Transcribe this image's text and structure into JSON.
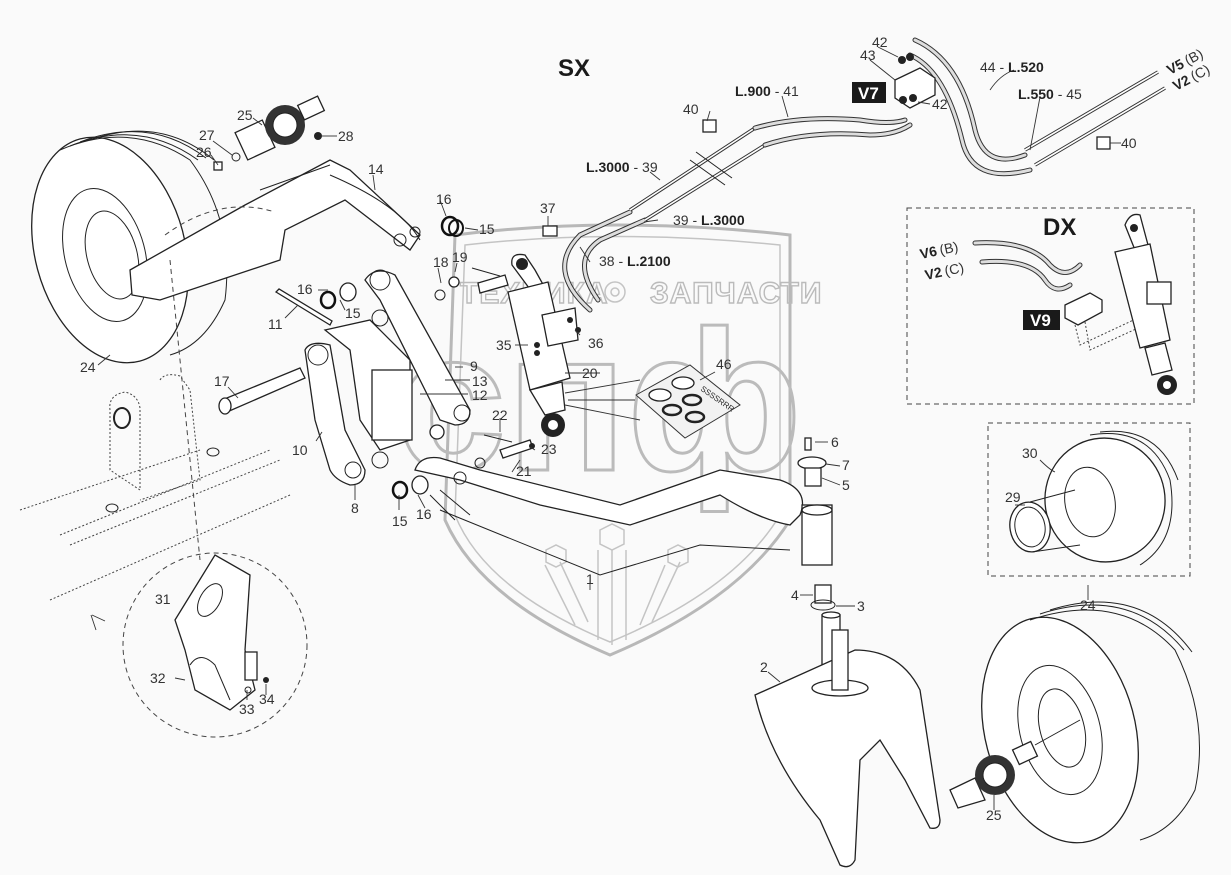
{
  "diagram": {
    "type": "exploded-parts-diagram",
    "side_labels": {
      "left": "SX",
      "right": "DX"
    },
    "valve_tags": [
      "V7",
      "V9"
    ],
    "watermark": {
      "text_left": "ТЕХНИКА",
      "text_right": "ЗАПЧАСТИ",
      "logo_text": "спф"
    },
    "hose_labels": {
      "h44": {
        "num": "44 - ",
        "len": "L.520"
      },
      "h45": {
        "len": "L.550",
        "num": " - 45"
      },
      "h41": {
        "len": "L.900",
        "num": " - 41"
      },
      "h39a": {
        "len": "L.3000",
        "num": " - 39"
      },
      "h39b": {
        "num": "39 - ",
        "len": "L.3000"
      },
      "h38": {
        "num": "38 - ",
        "len": "L.2100"
      }
    },
    "port_labels": {
      "v5": {
        "name": "V5",
        "port": "(B)"
      },
      "v2_sx": {
        "name": "V2",
        "port": "(C)"
      },
      "v6": {
        "name": "V6",
        "port": "(B)"
      },
      "v2_dx": {
        "name": "V2",
        "port": "(C)"
      }
    },
    "callouts": {
      "c1": "1",
      "c2": "2",
      "c3": "3",
      "c4": "4",
      "c5": "5",
      "c6": "6",
      "c7": "7",
      "c8": "8",
      "c9": "9",
      "c10": "10",
      "c11": "11",
      "c12": "12",
      "c13": "13",
      "c14": "14",
      "c15a": "15",
      "c15b": "15",
      "c15c": "15",
      "c16a": "16",
      "c16b": "16",
      "c16c": "16",
      "c17": "17",
      "c18": "18",
      "c19": "19",
      "c20": "20",
      "c21": "21",
      "c22": "22",
      "c23": "23",
      "c24a": "24",
      "c24b": "24",
      "c25a": "25",
      "c25b": "25",
      "c26": "26",
      "c27": "27",
      "c28": "28",
      "c29": "29",
      "c30": "30",
      "c31": "31",
      "c32": "32",
      "c33": "33",
      "c34": "34",
      "c35": "35",
      "c36": "36",
      "c37": "37",
      "c40a": "40",
      "c40b": "40",
      "c42a": "42",
      "c42b": "42",
      "c43": "43",
      "c46": "46"
    },
    "seal_kit_text": "SSSSRRR"
  }
}
